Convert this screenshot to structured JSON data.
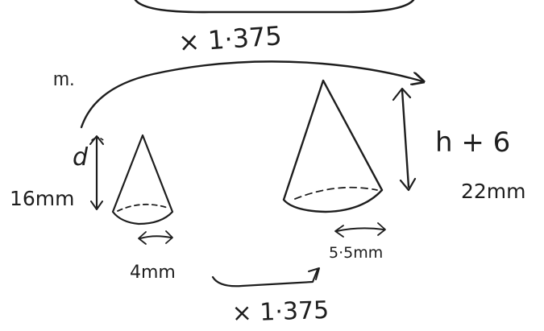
{
  "fragment": {
    "text": "m."
  },
  "scale_factor": {
    "top": "× 1·375",
    "bottom": "× 1·375"
  },
  "small_cone": {
    "height_symbol": "d",
    "height_value": "16mm",
    "base_width": "4mm"
  },
  "large_cone": {
    "height_expression": "h + 6",
    "height_value": "22mm",
    "base_width": "5·5mm"
  },
  "colors": {
    "ink": "#1e1e1e",
    "paper": "#ffffff"
  }
}
